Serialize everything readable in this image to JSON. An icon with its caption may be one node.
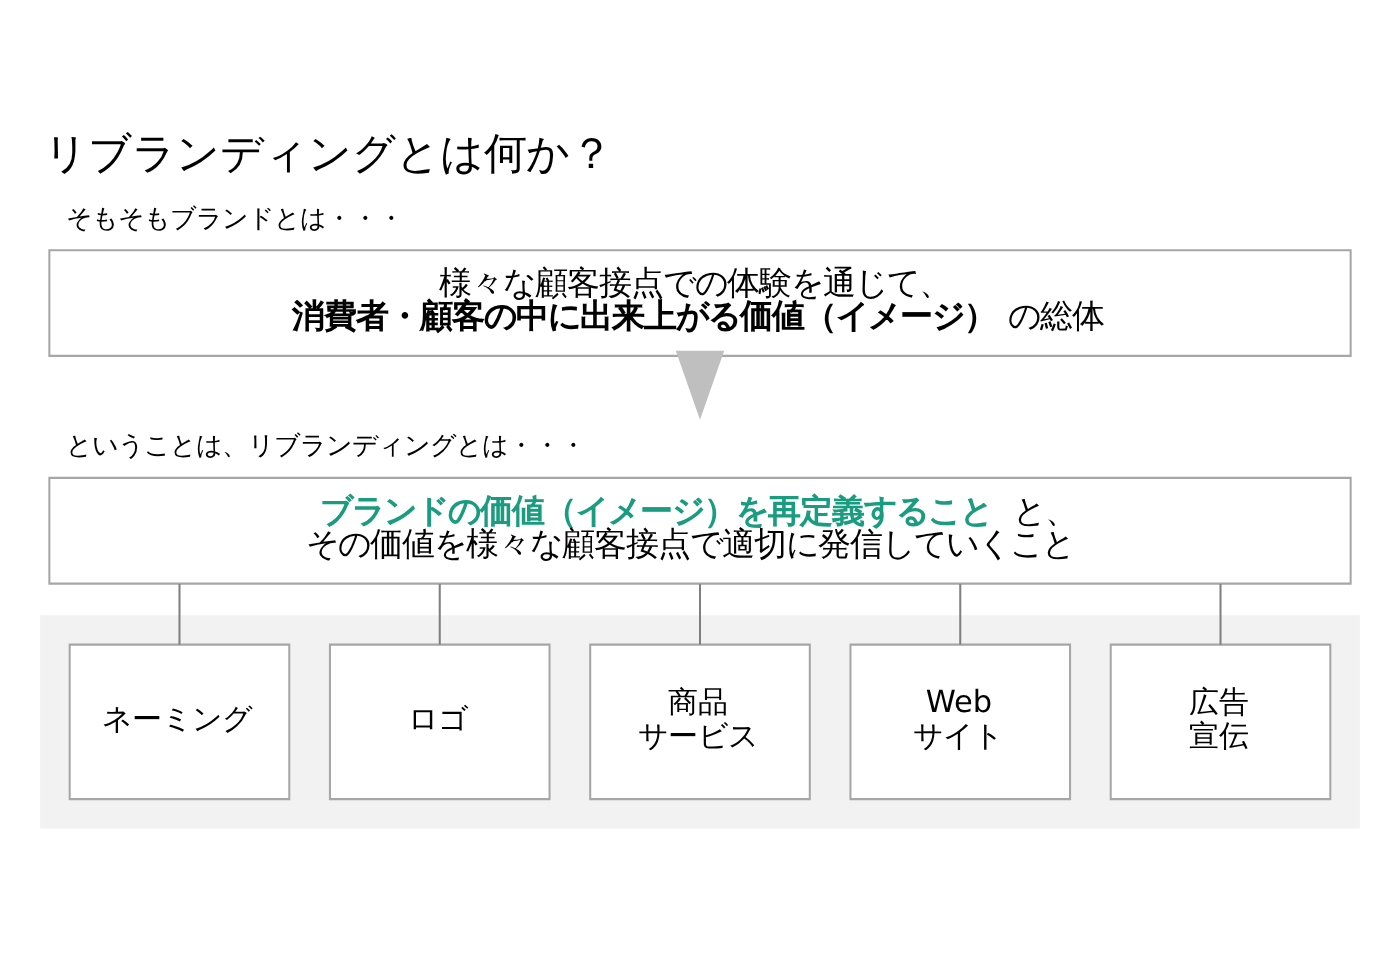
{
  "diagram": {
    "title": "リブランディングとは何か？",
    "nodes": [
      {
        "text": [
          "そもそもブランドとは・・・",
          "様々な顧客接点での体験を通じて、**消費者・顧客の中に出来上がる価値（イメージ）**の総体"
        ]
      },
      {
        "text": [
          "ということは、リブランディングとは・・・",
          "**ブランドの価値（イメージ）を再定義すること**と、その価値を様々な顧客接点で適切に発信していくこと"
        ]
      },
      {
        "text": [],
        "shape": "band"
      },
      {
        "text": [
          "ネーミング"
        ],
        "in": 2
      },
      {
        "text": [
          "ロゴ"
        ],
        "in": 2
      },
      {
        "text": [
          "商品サービス"
        ],
        "in": 2
      },
      {
        "text": [
          "Webサイト"
        ],
        "in": 2
      },
      {
        "text": [
          "広告宣伝"
        ],
        "in": 2
      }
    ],
    "edges": [
      {
        "from": 0,
        "to": 1,
        "arrow": "to",
        "color": "#bfbfbf"
      },
      {
        "from": 1,
        "to": 3,
        "arrow": "none"
      },
      {
        "from": 1,
        "to": 4,
        "arrow": "none"
      },
      {
        "from": 1,
        "to": 5,
        "arrow": "none"
      },
      {
        "from": 1,
        "to": 6,
        "arrow": "none"
      },
      {
        "from": 1,
        "to": 7,
        "arrow": "none"
      }
    ]
  }
}
